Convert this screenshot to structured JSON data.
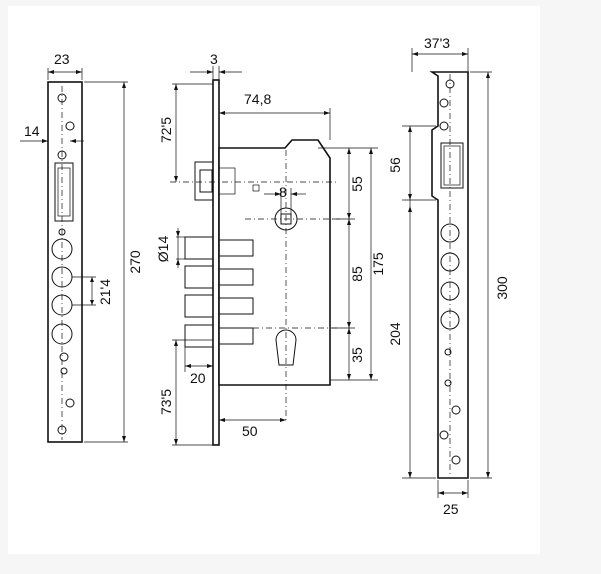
{
  "dimensions": {
    "left_plate_width": "23",
    "left_plate_offset": "14",
    "left_plate_height": "270",
    "left_hole_spacing": "21'4",
    "faceplate_thickness": "3",
    "case_depth": "74,8",
    "top_offset": "72'5",
    "cam_width": "8",
    "bolt_diameter": "Ø14",
    "bolt_projection": "20",
    "lower_offset": "73'5",
    "backset": "50",
    "upper_spacing": "55",
    "middle_spacing": "85",
    "lower_spacing": "35",
    "total_spacing": "175",
    "right_plate_width": "37'3",
    "strike_window": "56",
    "right_lower": "204",
    "right_height": "300",
    "right_bottom_width": "25"
  }
}
